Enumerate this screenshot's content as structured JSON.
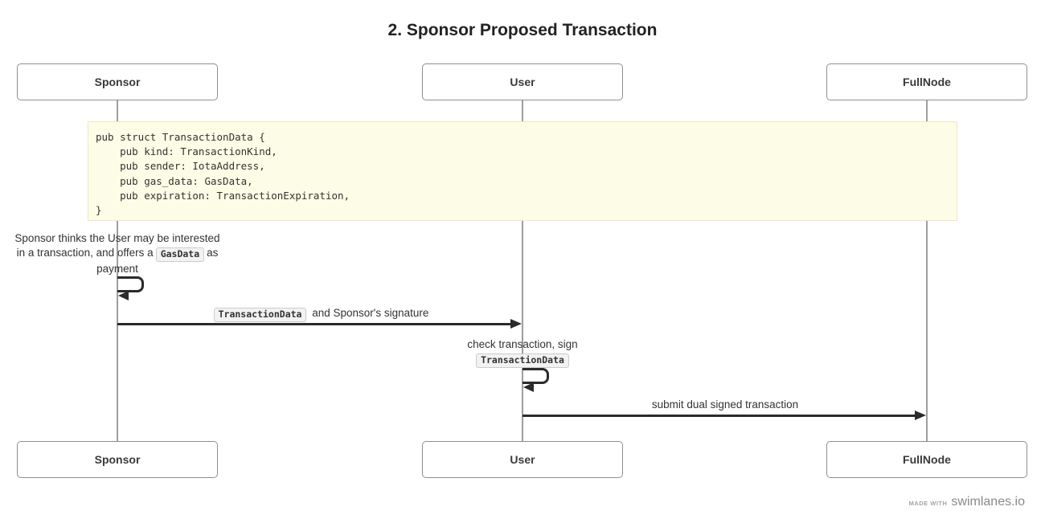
{
  "title": "2. Sponsor Proposed Transaction",
  "actors": [
    {
      "label": "Sponsor"
    },
    {
      "label": "User"
    },
    {
      "label": "FullNode"
    }
  ],
  "code_note": {
    "code": "pub struct TransactionData {\n    pub kind: TransactionKind,\n    pub sender: IotaAddress,\n    pub gas_data: GasData,\n    pub expiration: TransactionExpiration,\n}"
  },
  "sponsor_note": {
    "line1": "Sponsor thinks the User may be interested",
    "line2_before": "in a transaction, and offers a",
    "chip": "GasData",
    "line2_after": "as",
    "line3": "payment"
  },
  "messages": {
    "msg1": {
      "chip": "TransactionData",
      "text": "and Sponsor's signature"
    },
    "user_self": {
      "line1": "check transaction, sign",
      "chip": "TransactionData"
    },
    "msg2": {
      "text": "submit dual signed transaction"
    }
  },
  "footer": {
    "made_with": "MADE WITH",
    "brand": "swimlanes.io"
  },
  "colors": {
    "note_background": "#FDFCE6",
    "note_border": "#ECE8C9",
    "chip_background": "#F2F2F2",
    "chip_border": "#CCCCCC",
    "arrow": "#2B2B2B",
    "lifeline": "#9E9E9E",
    "box_border": "#8F8F8F",
    "text": "#333333"
  }
}
